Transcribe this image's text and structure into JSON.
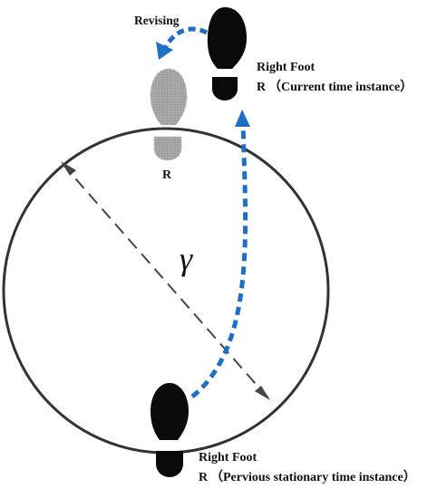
{
  "colors": {
    "circle": "#333333",
    "path": "#1f6fc6",
    "current_foot": "#0a0a0a",
    "revised_foot": "#a8a8a8",
    "previous_foot": "#0a0a0a"
  },
  "labels": {
    "revising": "Revising",
    "current_title": "Right Foot",
    "current_side": "R",
    "current_desc": "（Current time instance）",
    "revised_side": "R",
    "radius_symbol": "γ",
    "previous_title": "Right Foot",
    "previous_side": "R",
    "previous_desc": "（Pervious stationary time instance）"
  }
}
